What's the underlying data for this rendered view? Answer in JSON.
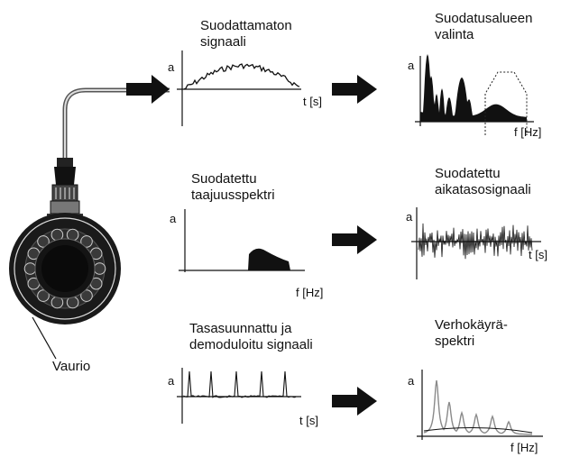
{
  "panels": {
    "raw": {
      "title_line1": "Suodattamaton",
      "title_line2": "signaali",
      "y_label": "a",
      "x_label": "t [s]"
    },
    "band": {
      "title_line1": "Suodatusalueen",
      "title_line2": "valinta",
      "y_label": "a",
      "x_label": "f [Hz]"
    },
    "filt_spec": {
      "title_line1": "Suodatettu",
      "title_line2": "taajuusspektri",
      "y_label": "a",
      "x_label": "f [Hz]"
    },
    "filt_time": {
      "title_line1": "Suodatettu",
      "title_line2": "aikatasosignaali",
      "y_label": "a",
      "x_label": "t [s]"
    },
    "demod": {
      "title_line1": "Tasasuunnattu ja",
      "title_line2": "demoduloitu signaali",
      "y_label": "a",
      "x_label": "t [s]"
    },
    "envelope": {
      "title_line1": "Verhokäyrä-",
      "title_line2": "spektri",
      "y_label": "a",
      "x_label": "f [Hz]"
    }
  },
  "bearing": {
    "label": "Vaurio"
  },
  "colors": {
    "ink": "#111111",
    "cable": "#555555",
    "envelope_peaks": "#8a8a8a"
  }
}
